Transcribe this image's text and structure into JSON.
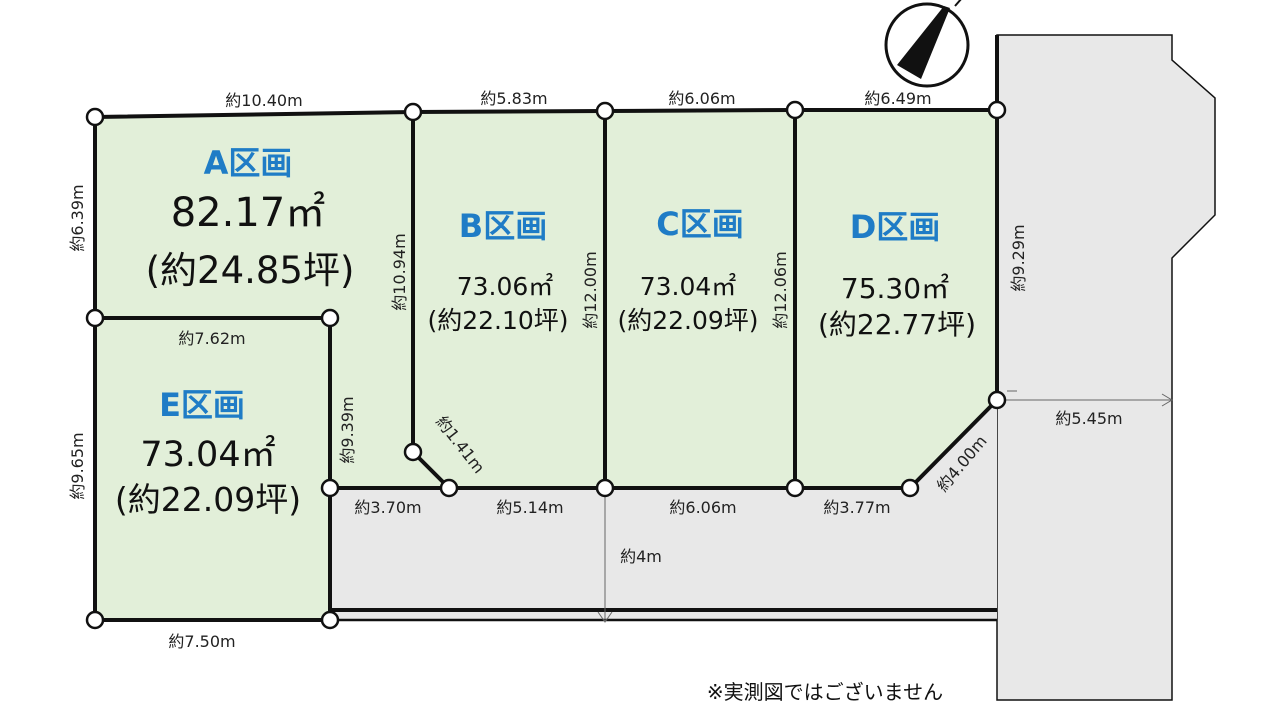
{
  "lots": {
    "a": {
      "name": "A区画",
      "area_m2": "82.17㎡",
      "area_tsubo": "(約24.85坪)"
    },
    "b": {
      "name": "B区画",
      "area_m2": "73.06㎡",
      "area_tsubo": "(約22.10坪)"
    },
    "c": {
      "name": "C区画",
      "area_m2": "73.04㎡",
      "area_tsubo": "(約22.09坪)"
    },
    "d": {
      "name": "D区画",
      "area_m2": "75.30㎡",
      "area_tsubo": "(約22.77坪)"
    },
    "e": {
      "name": "E区画",
      "area_m2": "73.04㎡",
      "area_tsubo": "(約22.09坪)"
    }
  },
  "dimensions": {
    "top_a": "約10.40m",
    "top_b": "約5.83m",
    "top_c": "約6.06m",
    "top_d": "約6.49m",
    "left_a": "約6.39m",
    "left_e": "約9.65m",
    "a_e_border": "約7.62m",
    "e_right": "約9.39m",
    "bottom_e": "約7.50m",
    "b_left": "約10.94m",
    "b_c": "約12.00m",
    "c_d": "約12.06m",
    "d_right": "約9.29m",
    "b_corner": "約1.41m",
    "bottom_370": "約3.70m",
    "bottom_514": "約5.14m",
    "bottom_606": "約6.06m",
    "bottom_377": "約3.77m",
    "d_corner": "約4.00m",
    "road_width": "約4m",
    "road_east": "約5.45m"
  },
  "note": "※実測図ではございません",
  "colors": {
    "lot_fill": "#e2efd9",
    "road_fill": "#e8e8e8",
    "lot_label": "#1f7cc6",
    "line": "#111111"
  },
  "icons": {
    "compass": "north-arrow-icon"
  }
}
